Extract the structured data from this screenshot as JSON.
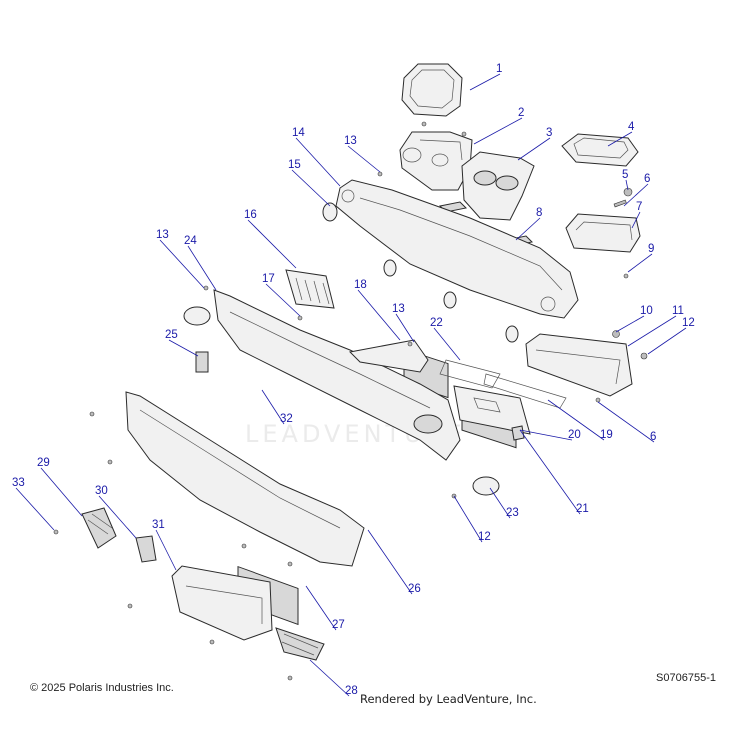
{
  "callouts": [
    {
      "label": "1"
    },
    {
      "label": "2"
    },
    {
      "label": "3"
    },
    {
      "label": "4"
    },
    {
      "label": "5"
    },
    {
      "label": "6"
    },
    {
      "label": "7"
    },
    {
      "label": "8"
    },
    {
      "label": "9"
    },
    {
      "label": "10"
    },
    {
      "label": "11"
    },
    {
      "label": "12"
    },
    {
      "label": "13"
    },
    {
      "label": "14"
    },
    {
      "label": "15"
    },
    {
      "label": "16"
    },
    {
      "label": "13"
    },
    {
      "label": "24"
    },
    {
      "label": "17"
    },
    {
      "label": "18"
    },
    {
      "label": "13"
    },
    {
      "label": "22"
    },
    {
      "label": "25"
    },
    {
      "label": "32"
    },
    {
      "label": "20"
    },
    {
      "label": "19"
    },
    {
      "label": "6"
    },
    {
      "label": "29"
    },
    {
      "label": "33"
    },
    {
      "label": "30"
    },
    {
      "label": "21"
    },
    {
      "label": "23"
    },
    {
      "label": "12"
    },
    {
      "label": "31"
    },
    {
      "label": "26"
    },
    {
      "label": "27"
    },
    {
      "label": "28"
    }
  ],
  "watermark": "LEADVENTURE",
  "footer": {
    "copyright": "© 2025 Polaris Industries Inc.",
    "doc_id": "S0706755-1",
    "rendered_by": "Rendered by LeadVenture, Inc."
  },
  "colors": {
    "callout": "#1a1aa8",
    "line": "#2b2b2b"
  }
}
